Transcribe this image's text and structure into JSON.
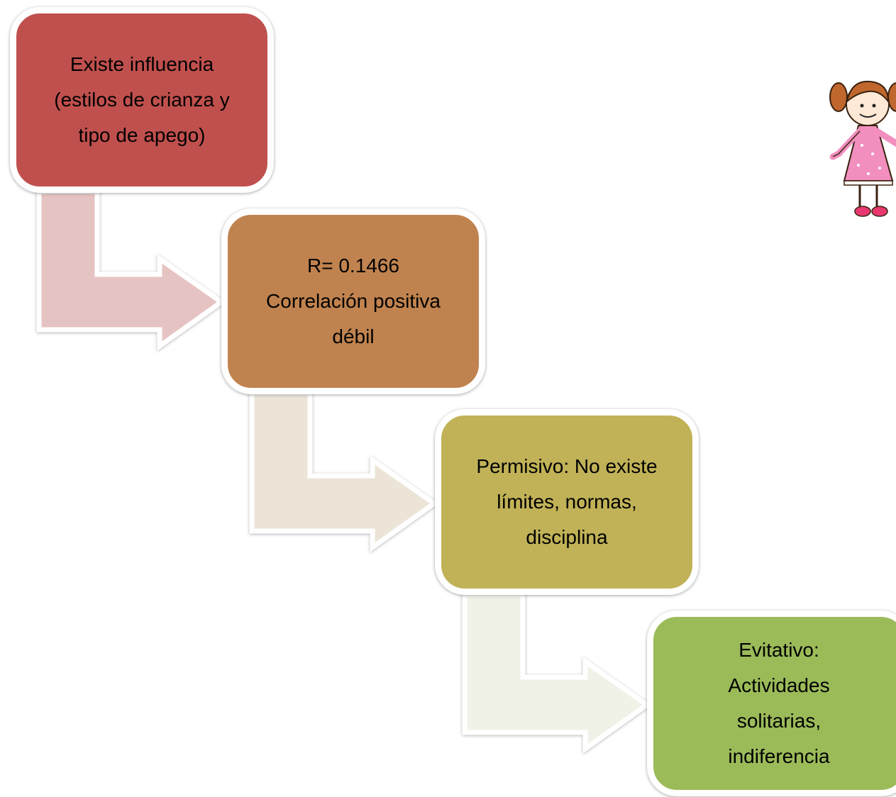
{
  "steps": [
    {
      "text": "Existe influencia\n(estilos de crianza y\ntipo de apego)",
      "fill": "#c0504d"
    },
    {
      "text": "R= 0.1466\nCorrelación positiva\ndébil",
      "fill": "#c0834f"
    },
    {
      "text": "Permisivo: No existe\nlímites, normas,\ndisciplina",
      "fill": "#c1b257"
    },
    {
      "text": "Evitativo:\nActividades\nsolitarias,\nindiferencia",
      "fill": "#9bbb59"
    }
  ],
  "arrows": [
    {
      "fill": "#e6c3c3"
    },
    {
      "fill": "#ece5d7"
    },
    {
      "fill": "#f0f2e8"
    }
  ],
  "illustration": {
    "icon": "girl-cartoon-icon"
  }
}
